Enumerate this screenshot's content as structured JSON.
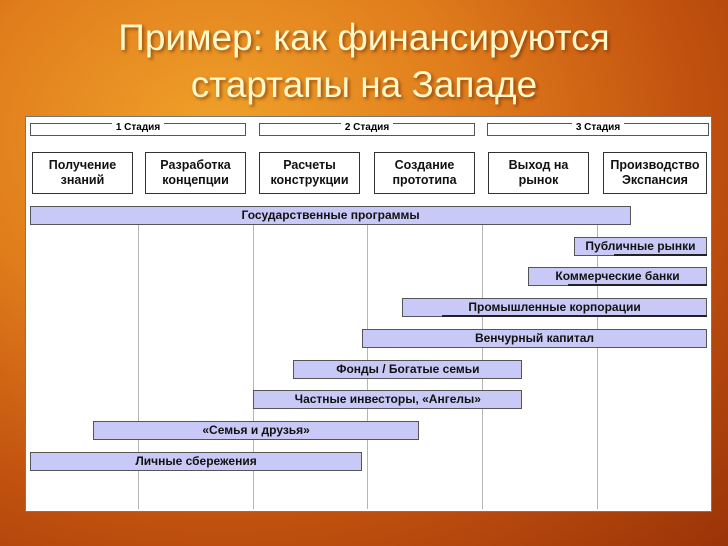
{
  "title": {
    "line1": "Пример: как финансируются",
    "line2": "стартапы на Западе"
  },
  "stages": [
    "1 Стадия",
    "2 Стадия",
    "3 Стадия"
  ],
  "steps": [
    "Получение знаний",
    "Разработка концепции",
    "Расчеты конструкции",
    "Создание прототипа",
    "Выход на рынок",
    "Производство Экспансия"
  ],
  "sources": [
    {
      "label": "Государственные программы",
      "start": 0.0,
      "end": 5.25
    },
    {
      "label": "Публичные рынки",
      "start": 4.75,
      "end": 6.0
    },
    {
      "label": "Коммерческие банки",
      "start": 4.35,
      "end": 6.0
    },
    {
      "label": "Промышленные корпорации",
      "start": 3.25,
      "end": 6.0
    },
    {
      "label": "Венчурный капитал",
      "start": 2.9,
      "end": 6.0
    },
    {
      "label": "Фонды / Богатые семьи",
      "start": 2.3,
      "end": 4.3
    },
    {
      "label": "Частные инвесторы, «Ангелы»",
      "start": 1.95,
      "end": 4.3
    },
    {
      "label": "«Семья и друзья»",
      "start": 0.55,
      "end": 3.4
    },
    {
      "label": "Личные сбережения",
      "start": 0.0,
      "end": 2.9
    }
  ]
}
